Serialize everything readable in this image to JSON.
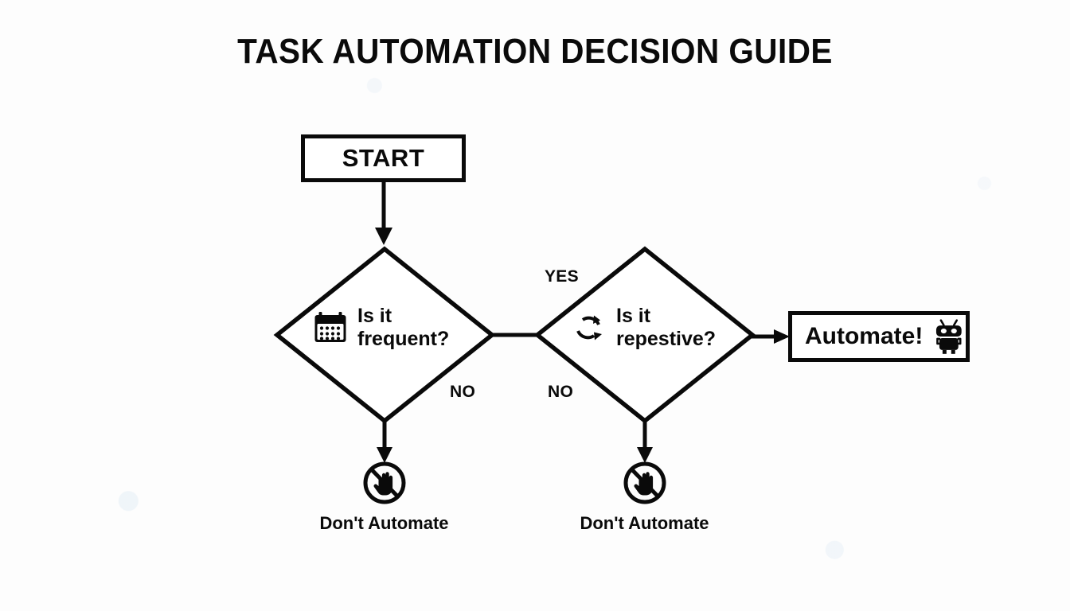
{
  "page": {
    "title": "TASK AUTOMATION DECISION GUIDE",
    "background_color": "#fdfdfd",
    "ink_color": "#0a0a0a"
  },
  "flowchart": {
    "type": "decision-flowchart",
    "start": {
      "label": "START"
    },
    "decisions": [
      {
        "id": "frequent",
        "icon": "calendar-icon",
        "line1": "Is it",
        "line2": "frequent?",
        "yes_label": "",
        "no_label": "NO"
      },
      {
        "id": "repetitive",
        "icon": "repeat-cycle-icon",
        "line1": "Is it",
        "line2": "repestive?",
        "yes_label": "",
        "no_label": "NO"
      }
    ],
    "edge_labels": {
      "yes_between": "YES",
      "no_left": "NO",
      "no_right": "NO"
    },
    "outcomes": {
      "automate": {
        "label": "Automate!",
        "icon": "robot-icon"
      },
      "dont_automate_left": {
        "label": "Don't Automate",
        "icon": "no-hand-icon"
      },
      "dont_automate_right": {
        "label": "Don't Automate",
        "icon": "no-hand-icon"
      }
    }
  }
}
